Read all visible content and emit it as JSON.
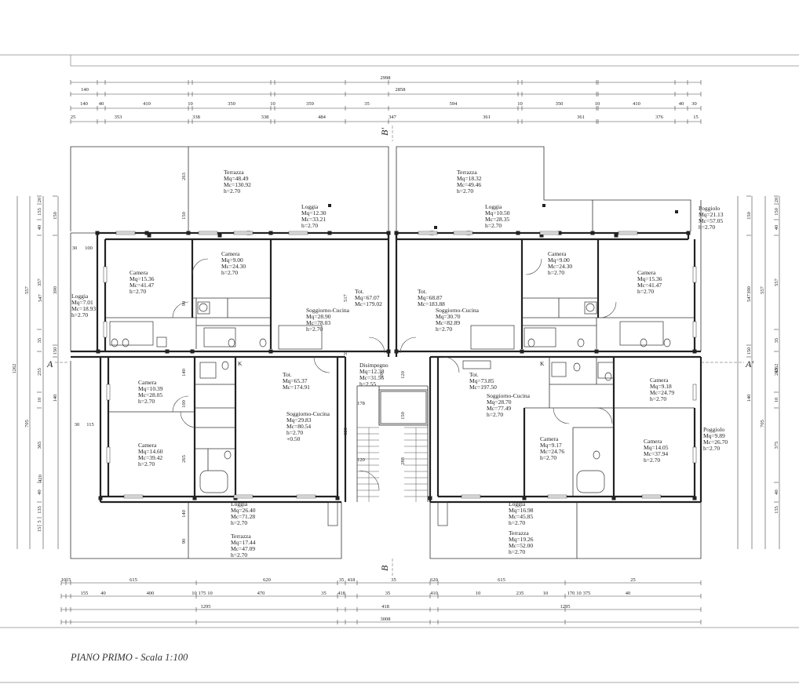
{
  "title": "PIANO PRIMO - Scala 1:100",
  "sections": {
    "A_left": "A",
    "A_right": "A'",
    "B_top": "B'",
    "B_bottom": "B"
  },
  "dims_top": {
    "row1": [
      "2998"
    ],
    "row2": [
      "140",
      "2858"
    ],
    "row3": [
      "140",
      "40",
      "410",
      "10",
      "350",
      "10",
      "359",
      "35",
      "594",
      "10",
      "350",
      "10",
      "410",
      "40",
      "30"
    ],
    "row4": [
      "25",
      "353",
      "338",
      "338",
      "484",
      "347",
      "361",
      "361",
      "376",
      "15"
    ]
  },
  "dims_bottom": {
    "row1": [
      "10",
      "15",
      "615",
      "620",
      "35",
      "418",
      "35",
      "620",
      "615",
      "25"
    ],
    "row2": [
      "155",
      "40",
      "400",
      "10",
      "175",
      "10",
      "470",
      "35",
      "418",
      "35",
      "410",
      "10",
      "235",
      "10",
      "170",
      "10",
      "375",
      "40"
    ],
    "row3": [
      "1295",
      "418",
      "1295"
    ],
    "row4": [
      "3008"
    ]
  },
  "dims_left": {
    "row_outer": [
      "20",
      "155",
      "40",
      "357",
      "35",
      "255",
      "10",
      "365",
      "40",
      "135",
      "5",
      "15"
    ],
    "row_mid": [
      "557",
      "547",
      "1262",
      "705",
      "420"
    ],
    "row_inner": [
      "150",
      "390",
      "150",
      "140"
    ]
  },
  "dims_right": {
    "row_outer": [
      "20",
      "150",
      "40",
      "557",
      "35",
      "245",
      "10",
      "375",
      "40",
      "135"
    ],
    "row_mid": [
      "547",
      "1262",
      "705"
    ],
    "row_inner": [
      "150",
      "390",
      "150",
      "140"
    ]
  },
  "rooms": [
    {
      "id": "terrazza-nw",
      "lines": [
        "Terrazza",
        "Mq=48.49",
        "Mc=130.92",
        "h=2.70"
      ]
    },
    {
      "id": "terrazza-ne",
      "lines": [
        "Terrazza",
        "Mq=18.32",
        "Mc=49.46",
        "h=2.70"
      ]
    },
    {
      "id": "loggia-nw",
      "lines": [
        "Loggia",
        "Mq=12.30",
        "Mc=33.21",
        "h=2.70"
      ]
    },
    {
      "id": "loggia-ne",
      "lines": [
        "Loggia",
        "Mq=10.50",
        "Mc=28.35",
        "h=2.70"
      ]
    },
    {
      "id": "poggiolo-ne",
      "lines": [
        "Poggiolo",
        "Mq=21.13",
        "Mc=57.05",
        "h=2.70"
      ]
    },
    {
      "id": "camera-nw-1",
      "lines": [
        "Camera",
        "Mq=15.36",
        "Mc=41.47",
        "h=2.70"
      ]
    },
    {
      "id": "camera-nw-2",
      "lines": [
        "Camera",
        "Mq=9.00",
        "Mc=24.30",
        "h=2.70"
      ]
    },
    {
      "id": "camera-ne-2",
      "lines": [
        "Camera",
        "Mq=9.00",
        "Mc=24.30",
        "h=2.70"
      ]
    },
    {
      "id": "camera-ne-1",
      "lines": [
        "Camera",
        "Mq=15.36",
        "Mc=41.47",
        "h=2.70"
      ]
    },
    {
      "id": "loggia-w",
      "lines": [
        "Loggia",
        "Mq=7.01",
        "Mc=18.93",
        "h=2.70"
      ]
    },
    {
      "id": "soggiorno-nw",
      "lines": [
        "Soggiorno-Cucina",
        "Mq=28.90",
        "Mc=78.03",
        "h=2.70"
      ]
    },
    {
      "id": "tot-nw",
      "lines": [
        "Tot.",
        "Mq=67.07",
        "Mc=179.02"
      ]
    },
    {
      "id": "tot-ne",
      "lines": [
        "Tot.",
        "Mq=68.87",
        "Mc=183.88"
      ]
    },
    {
      "id": "soggiorno-ne",
      "lines": [
        "Soggiorno-Cucina",
        "Mq=30.70",
        "Mc=82.89",
        "h=2.70"
      ]
    },
    {
      "id": "camera-sw-1",
      "lines": [
        "Camera",
        "Mq=10.39",
        "Mc=28.05",
        "h=2.70"
      ]
    },
    {
      "id": "camera-sw-2",
      "lines": [
        "Camera",
        "Mq=14.60",
        "Mc=39.42",
        "h=2.70"
      ]
    },
    {
      "id": "tot-sw",
      "lines": [
        "Tot.",
        "Mq=65.37",
        "Mc=174.91"
      ]
    },
    {
      "id": "soggiorno-sw",
      "lines": [
        "Soggiorno-Cucina",
        "Mq=29.83",
        "Mc=80.54",
        "h=2.70",
        "+0.50"
      ]
    },
    {
      "id": "disimpegno",
      "lines": [
        "Disimpegno",
        "Mq=12.38",
        "Mc=31.56",
        "h=2.55"
      ]
    },
    {
      "id": "tot-se",
      "lines": [
        "Tot.",
        "Mq=73.85",
        "Mc=197.50"
      ]
    },
    {
      "id": "soggiorno-se",
      "lines": [
        "Soggiorno-Cucina",
        "Mq=28.70",
        "Mc=77.49",
        "h=2.70"
      ]
    },
    {
      "id": "camera-se-1",
      "lines": [
        "Camera",
        "Mq=9.18",
        "Mc=24.79",
        "h=2.70"
      ]
    },
    {
      "id": "camera-se-2",
      "lines": [
        "Camera",
        "Mq=9.17",
        "Mc=24.76",
        "h=2.70"
      ]
    },
    {
      "id": "camera-se-3",
      "lines": [
        "Camera",
        "Mq=14.05",
        "Mc=37.94",
        "h=2.70"
      ]
    },
    {
      "id": "poggiolo-se",
      "lines": [
        "Poggiolo",
        "Mq=9.89",
        "Mc=26.70",
        "h=2.70"
      ]
    },
    {
      "id": "loggia-sw",
      "lines": [
        "Loggia",
        "Mq=26.40",
        "Mc=71.28",
        "h=2.70"
      ]
    },
    {
      "id": "terrazza-sw",
      "lines": [
        "Terrazza",
        "Mq=17.44",
        "Mc=47.09",
        "h=2.70"
      ]
    },
    {
      "id": "loggia-se",
      "lines": [
        "Loggia",
        "Mq=16.98",
        "Mc=45.85",
        "h=2.70"
      ]
    },
    {
      "id": "terrazza-se",
      "lines": [
        "Terrazza",
        "Mq=19.26",
        "Mc=52.00",
        "h=2.70"
      ]
    }
  ],
  "inner_dims": [
    "263",
    "150",
    "517",
    "35",
    "628",
    "178",
    "150",
    "120",
    "288",
    "20",
    "120",
    "30",
    "100",
    "30",
    "115",
    "90",
    "140",
    "100",
    "265",
    "90",
    "140"
  ],
  "door_markers": [
    "K",
    "K"
  ]
}
